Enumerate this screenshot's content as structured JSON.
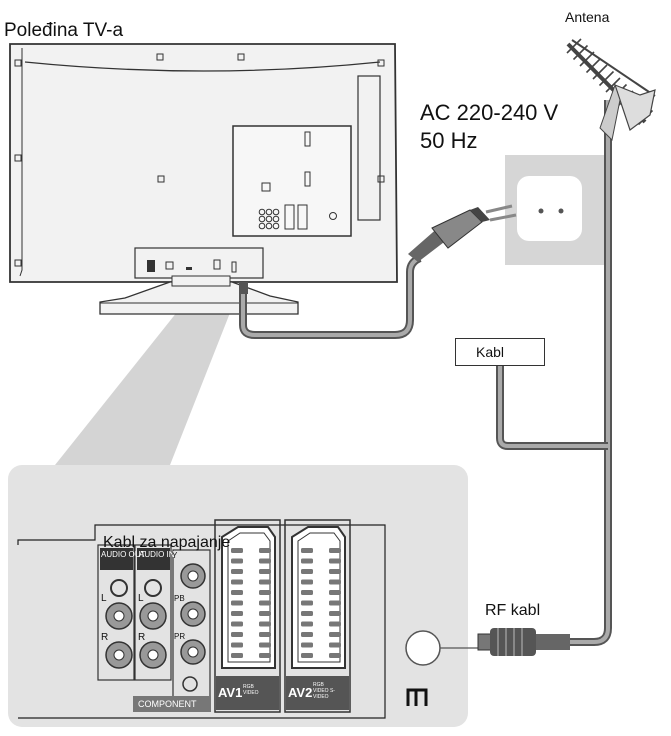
{
  "labels": {
    "tv_back": "Poleđina TV-a",
    "antenna": "Antena",
    "voltage": "AC 220-240 V",
    "frequency": "50 Hz",
    "cable": "Kabl",
    "power_cable": "Kabl za napajanje",
    "rf_cable": "RF kabl"
  },
  "panel": {
    "audio_out": "AUDIO OUT",
    "audio_in": "AUDIO IN",
    "y": "Y",
    "pb": "PB",
    "pr": "PR",
    "l": "L",
    "r": "R",
    "component": "COMPONENT",
    "av1": "AV1",
    "av1_sub": "RGB VIDEO",
    "av2": "AV2",
    "av2_sub": "RGB VIDEO S-VIDEO"
  },
  "colors": {
    "cable_dark": "#555555",
    "cable_light": "#aaaaaa",
    "panel_bg": "#e3e3e3",
    "tv_body": "#f2f2f2"
  }
}
